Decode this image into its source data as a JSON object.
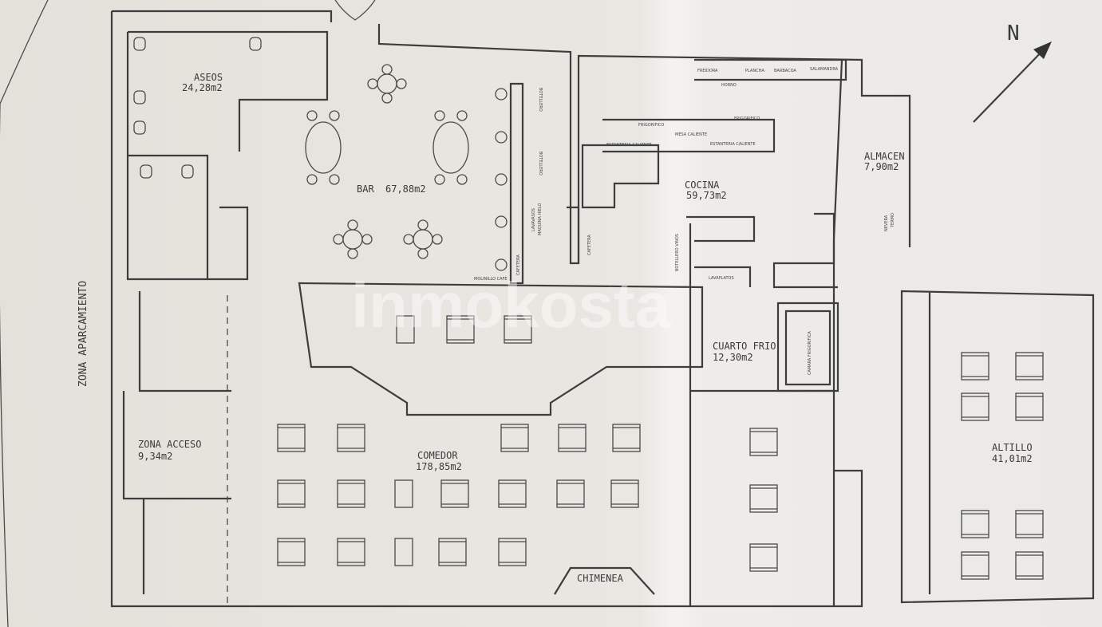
{
  "rooms": {
    "asedos": {
      "name": "ASEOS",
      "area": "24,28m2"
    },
    "bar": {
      "name": "BAR",
      "area": "67,88m2"
    },
    "cocina": {
      "name": "COCINA",
      "area": "59,73m2"
    },
    "almacen": {
      "name": "ALMACEN",
      "area": "7,90m2"
    },
    "cuarto_frio": {
      "name": "CUARTO FRIO",
      "area": "12,30m2"
    },
    "zona_acceso": {
      "name": "ZONA ACCESO",
      "area": "9,34m2"
    },
    "comedor": {
      "name": "COMEDOR",
      "area": "178,85m2"
    },
    "altillo": {
      "name": "ALTILLO",
      "area": "41,01m2"
    }
  },
  "zona_aparcamiento": "ZONA APARCAMIENTO",
  "chimenea": "CHIMENEA",
  "north": "N",
  "fixtures": {
    "freidora": "FREIDORA",
    "horno": "HORNO",
    "plancha": "PLANCHA",
    "barbacoa": "BARBACOA",
    "salamandra": "SALAMANDRA",
    "frigorifico1": "FRIGORIFICO",
    "frigorifico2": "FRIGORIFICO",
    "mesa_caliente": "MESA CALIENTE",
    "estanteria1": "ESTANTERIA CALIENTE",
    "estanteria2": "ESTANTERIA CALIENTE",
    "botellero1": "BOTELLERO",
    "botellero2": "BOTELLERO",
    "lavavasos": "LAVAVASOS",
    "maquina_hielo": "MAQUINA HIELO",
    "cafetera1": "CAFETERA",
    "cafetera2": "CAFETERA",
    "molinillo": "MOLINILLO CAFE",
    "botellero_vinos": "BOTELLERO VINOS",
    "lavaplatos": "LAVAPLATOS",
    "camara": "CAMARA FRIGORIFICA",
    "nevera": "NEVERA",
    "termo": "TERMO"
  },
  "watermark": "inmokosta",
  "colors": {
    "paper": "#e6e3dd",
    "lines": "#3d3d3d"
  }
}
